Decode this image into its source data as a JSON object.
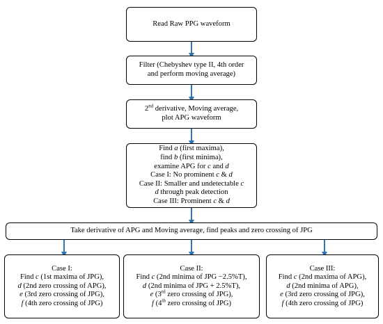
{
  "flowchart": {
    "read": {
      "text": "Read Raw PPG waveform"
    },
    "filter": {
      "line1": "Filter (Chebyshev type II, 4th order",
      "line2": "and perform moving average)"
    },
    "second_derivative": {
      "line1_sup": "nd",
      "line1_pre": "2",
      "line1_post": " derivative, Moving average,",
      "line2": "plot APG waveform"
    },
    "find_ab": {
      "l1_pre": "Find ",
      "l1_var": "a",
      "l1_post": " (first maxima),",
      "l2_pre": "find ",
      "l2_var": "b",
      "l2_post": " (first minima),",
      "l3_pre": "examine APG for ",
      "l3_var1": "c",
      "l3_mid": " and ",
      "l3_var2": "d",
      "l4_pre": "Case I: No prominent ",
      "l4_var1": "c",
      "l4_mid": " & ",
      "l4_var2": "d",
      "l5_pre": "Case II: Smaller and undetectable ",
      "l5_var": "c",
      "l6_var": "d",
      "l6_post": " through peak detection",
      "l7_pre": "Case III: Prominent ",
      "l7_var1": "c",
      "l7_mid": " & ",
      "l7_var2": "d"
    },
    "derivative_apg": {
      "text": "Take derivative of APG and Moving average, find peaks and zero crossing of JPG"
    },
    "case1": {
      "title": "Case I:",
      "l1_pre": "Find ",
      "l1_var": "c",
      "l1_post": " (1st maxima of JPG),",
      "l2_var": "d",
      "l2_post": " (2nd zero crossing of APG),",
      "l3_var": "e",
      "l3_post": " (3rd zero crossing of JPG),",
      "l4_var": "f",
      "l4_post": " (4th zero crossing of JPG)"
    },
    "case2": {
      "title": "Case II:",
      "l1_pre": "Find ",
      "l1_var": "c",
      "l1_post": " (2nd minima of JPG −2.5%T),",
      "l2_var": "d",
      "l2_post": " (2nd minima of JPG + 2.5%T),",
      "l3_var": "e",
      "l3_mid": " (3",
      "l3_sup": "rd",
      "l3_post": " zero crossing of JPG),",
      "l4_var": "f",
      "l4_mid": " (4",
      "l4_sup": "th",
      "l4_post": " zero crossing of JPG)"
    },
    "case3": {
      "title": "Case III:",
      "l1_pre": "Find ",
      "l1_var": "c",
      "l1_post": " (2nd maxima of APG),",
      "l2_var": "d",
      "l2_post": " (2nd minima of APG),",
      "l3_var": "e",
      "l3_post": " (3rd zero crossing of JPG),",
      "l4_var": "f",
      "l4_post": " (4th zero crossing of JPG)"
    }
  },
  "colors": {
    "arrow": "#2e75b6",
    "border": "#000000"
  }
}
